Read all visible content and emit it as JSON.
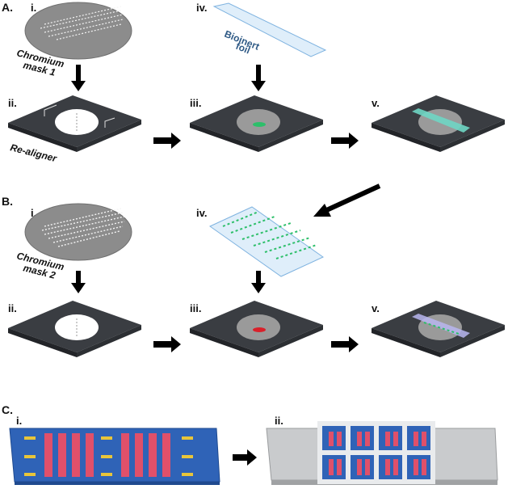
{
  "section_labels": {
    "a": "A.",
    "b": "B.",
    "c": "C."
  },
  "steps": {
    "i": "i.",
    "ii": "ii.",
    "iii": "iii.",
    "iv": "iv.",
    "v": "v."
  },
  "mask1": {
    "line1": "Chromium",
    "line2": "mask 1"
  },
  "mask2": {
    "line1": "Chromium",
    "line2": "mask 2"
  },
  "foil": {
    "line1": "Bioinert",
    "line2": "foil"
  },
  "realigner_label": "Re-aligner",
  "colors": {
    "mask_gray": "#8c8c8c",
    "plate_dark": "#3a3d42",
    "foil_light": "#dfeefa",
    "cell_green": "#2dbf6a",
    "cell_red": "#d9202a",
    "chip_blue": "#2f63b7",
    "electrode_red": "#e0506a",
    "arrow": "#000000"
  }
}
